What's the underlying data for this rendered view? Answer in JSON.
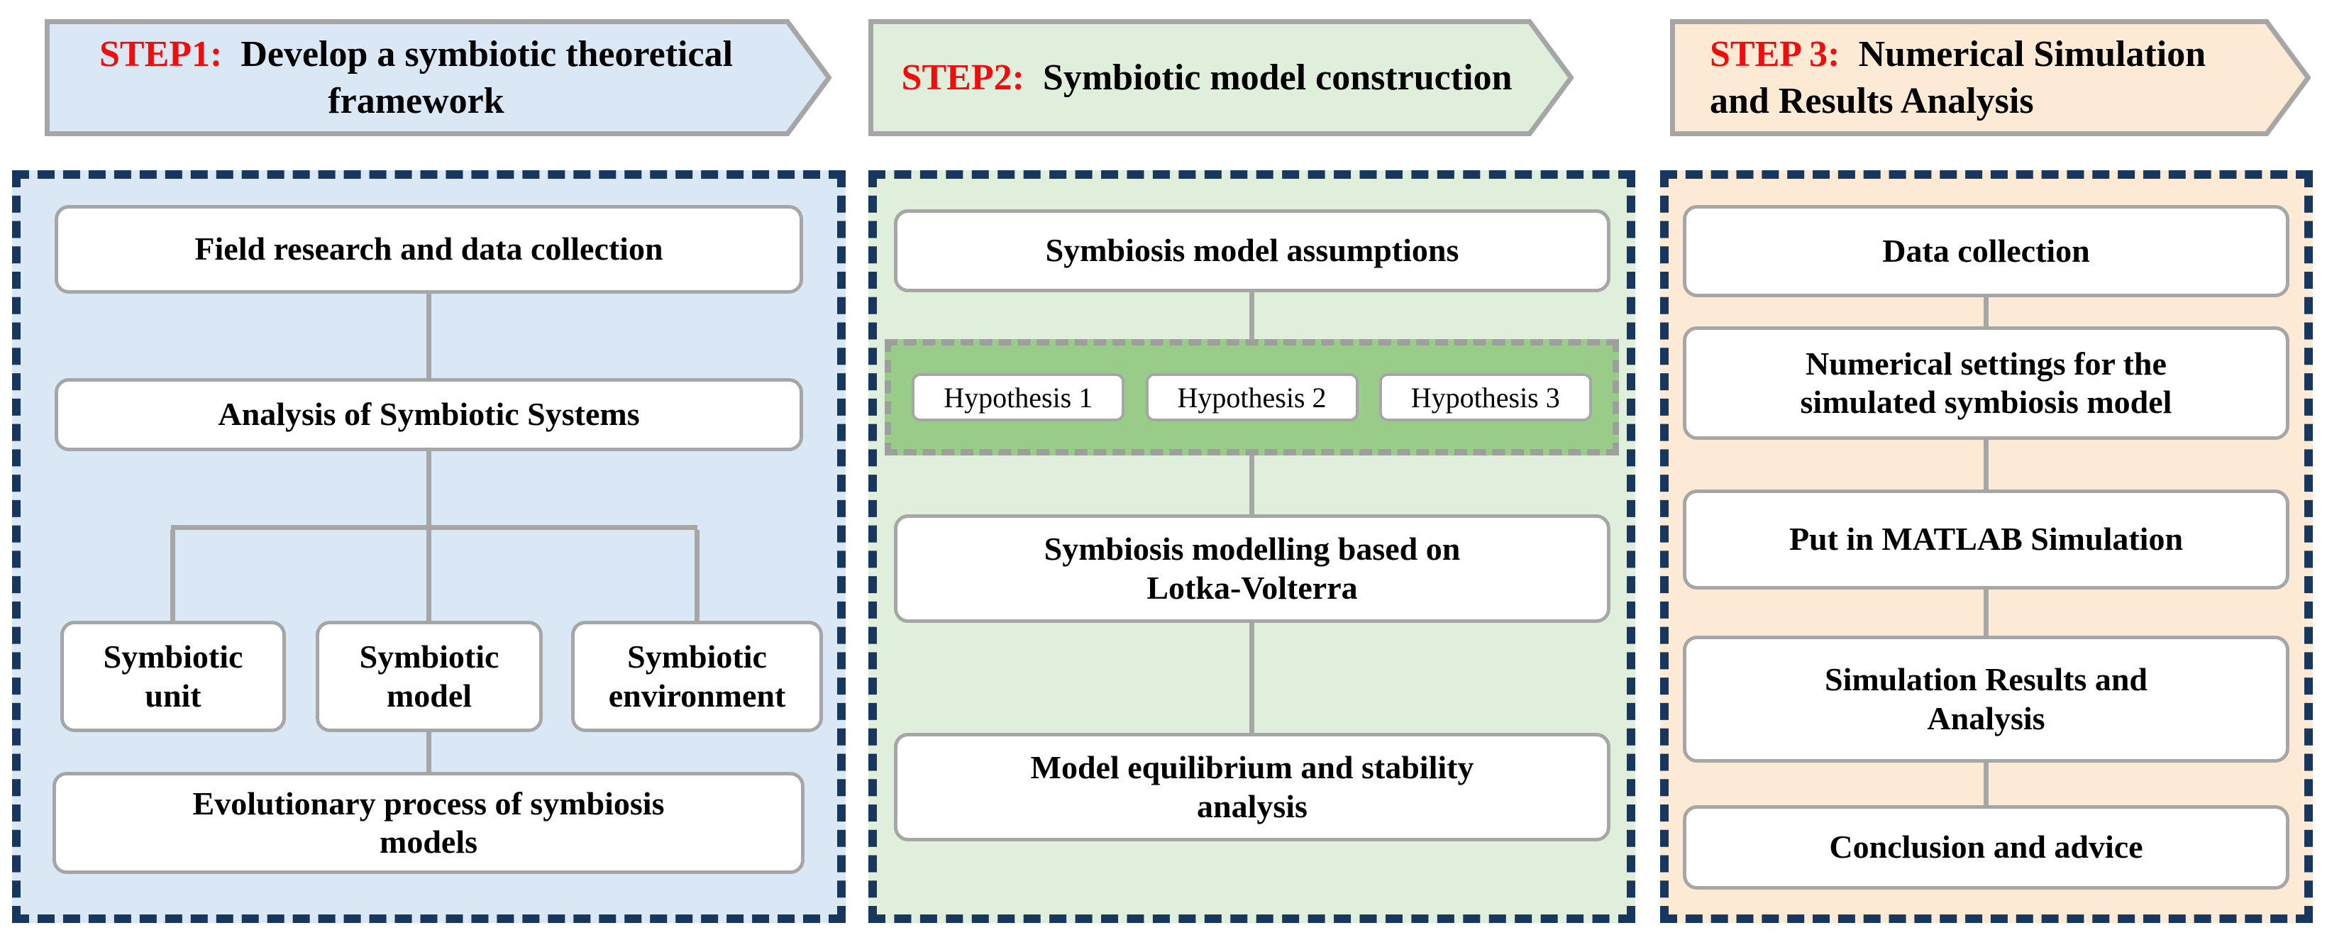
{
  "palette": {
    "panel_dash_navy": "#17375E",
    "border_gray": "#A6A6A6",
    "step_label_red": "#F20D0D",
    "step1_fill_blue": "#DAE8F5",
    "step2_fill_green": "#E0EEDC",
    "step3_fill_peach": "#FCEAD5",
    "hypothesis_container_green": "#99CC88",
    "hypothesis_dash_gray": "#9E9E9E",
    "box_fill_white": "#FFFFFF",
    "text_black": "#000000"
  },
  "banners": [
    {
      "step": "STEP1:",
      "title": [
        "Develop a symbiotic theoretical",
        "framework"
      ]
    },
    {
      "step": "STEP2:",
      "title": [
        "Symbiotic model construction"
      ]
    },
    {
      "step": "STEP 3:",
      "title": [
        "Numerical Simulation",
        "and Results Analysis"
      ]
    }
  ],
  "panels": [
    {
      "name": "step1-theoretical-framework",
      "nodes": {
        "field_research": [
          "Field research and data collection"
        ],
        "analysis": [
          "Analysis of Symbiotic Systems"
        ],
        "unit": [
          "Symbiotic",
          "unit"
        ],
        "model": [
          "Symbiotic",
          "model"
        ],
        "environment": [
          "Symbiotic",
          "environment"
        ],
        "evolutionary": [
          "Evolutionary process of symbiosis",
          "models"
        ]
      }
    },
    {
      "name": "step2-model-construction",
      "nodes": {
        "assumptions": [
          "Symbiosis model assumptions"
        ],
        "hypothesis1": [
          "Hypothesis 1"
        ],
        "hypothesis2": [
          "Hypothesis 2"
        ],
        "hypothesis3": [
          "Hypothesis 3"
        ],
        "modelling": [
          "Symbiosis modelling based on",
          "Lotka-Volterra"
        ],
        "equilibrium": [
          "Model equilibrium and stability",
          "analysis"
        ]
      }
    },
    {
      "name": "step3-simulation-analysis",
      "nodes": {
        "data_collection": [
          "Data collection"
        ],
        "numerical_settings": [
          "Numerical settings for the",
          "simulated symbiosis model"
        ],
        "matlab": [
          "Put in MATLAB Simulation"
        ],
        "results": [
          "Simulation Results and",
          "Analysis"
        ],
        "conclusion": [
          "Conclusion and advice"
        ]
      }
    }
  ]
}
